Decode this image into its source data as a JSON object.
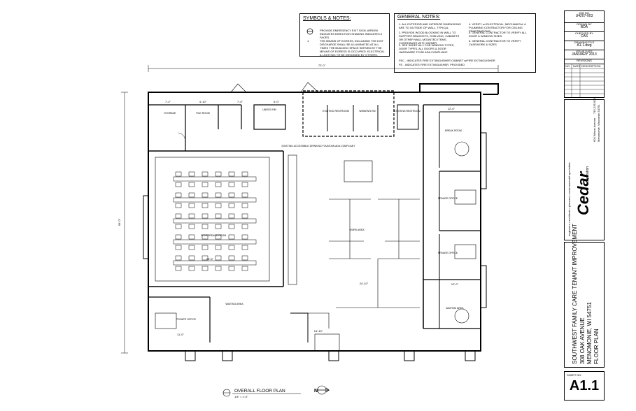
{
  "symbols_notes": {
    "title": "SYMBOLS & NOTES:",
    "note1": "PROVIDE EMERGENCY EXIT SIGN. ARROW INDICATES DIRECTION SHADING INDICATES # FACES.",
    "note2": "THE MEANS OF EGRESS, INCLUDING THE EXIT DISCHARGE SHALL BE ILLUMINATED AT ALL TIMES THE BUILDING SPACE SERVED BY THE MEANS OF EGRESS IS OCCUPIED. ELECTRICAL & LIGHTING TO BE DESIGNED BY OTHERS."
  },
  "general_notes": {
    "title": "GENERAL NOTES:",
    "n1": "1. ALL EXTERIOR AND INTERIOR DIMENSIONS ARE TO OUTSIDE OF WALL, TYPICAL.",
    "n2": "2. PROVIDE WOOD BLOCKING IN WALL TO SUPPORT BRACKETS, SHELVING, CABINETS OR OTHER WALL MOUNTED ITEMS, COORDINATE WITH OWNER.",
    "n3": "3. SEE SHEET A4.1 FOR WINDOW TYPES, DOOR TYPES, ALL DOORS & DOOR HARDWARE TO BE ADA COMPLIANT.",
    "n4": "4. VERIFY w/ ELECTRICAL, MECHANICAL & PLUMBING CONTRACTOR FOR CEILING PENETRATIONS.",
    "n5": "5. GENERAL CONTRACTOR TO VERIFY ALL DOOR & WINDOW SIZES.",
    "n6": "6. GENERAL CONTRACTOR TO VERIFY CASEWORK & SIZES.",
    "fec": "FEC - INDICATES FIRE EXTINGUISHER CABINET w/FIRE EXTINGUISHER",
    "fe": "FE - INDICATES FIRE EXTINGUISHER. PROVIDED"
  },
  "title_block": {
    "job_label": "JOB NO.",
    "job_no": "U4207-003",
    "drawn_label": "DRAWN BY",
    "drawn": "BDA",
    "checked_label": "CHECKED BY",
    "checked": "CAS",
    "file_label": "DRAWING FILE",
    "file": "A1-1.dwg",
    "issue_label": "ISSUE DATE",
    "issue": "JANUARY 2013",
    "revisions": "REVISIONS",
    "rev_cols": [
      "NO.",
      "DATE",
      "DESCRIPTION"
    ],
    "company": "Cedar",
    "company_sub": "corporation",
    "address": "604 Wilson Avenue",
    "city": "Menomonie, Wisconsin 54751",
    "phone": "715-235-9081",
    "tagline": "engineers • architects • planners • environmental specialists",
    "project": "SOUTHWEST FAMILY CARE TENANT IMPROVEMENT",
    "street": "308 OAK AVENUE",
    "project_city": "MENOMONIE, WI 54751",
    "sheet_title": "FLOOR PLAN",
    "sheet_label": "SHEET NO.",
    "sheet_no": "A1.1"
  },
  "plan": {
    "overall_dim": "72'-0\"",
    "side_dim": "56'-0\"",
    "caption": "OVERALL FLOOR PLAN",
    "scale": "1/4\" = 1'-0\"",
    "north": "N",
    "rooms": {
      "storage": "STORAGE",
      "file_room": "FILE ROOM",
      "unisex": "UNISEX RM",
      "exist_restroom_l": "EXISTING RESTROOM",
      "exist_restroom_r": "EXISTING RESTROOM",
      "womens": "WOMEN'S RM",
      "conference": "CONFERENCE ROOM",
      "work_area": "WORK AREA",
      "break_room": "BREAK ROOM",
      "private_office_1": "PRIVATE OFFICE",
      "private_office_2": "PRIVATE OFFICE",
      "private_office_3": "PRIVATE OFFICE",
      "waiting_l": "WAITING AREA",
      "waiting_r": "WAITING AREA",
      "fountain": "EXISTING ACCESSIBLE DRINKING FOUNTAIN ADA COMPLIANT"
    },
    "dims": {
      "d1": "7'-2\"",
      "d2": "4'-10\"",
      "d3": "7'-0\"",
      "d4": "5'-0\"",
      "d5": "12'-0\"",
      "d6": "28'-6\"",
      "d7": "24'-10\"",
      "d8": "12'-0\"",
      "d9": "14'-10\"",
      "d10": "11'-0\""
    }
  }
}
